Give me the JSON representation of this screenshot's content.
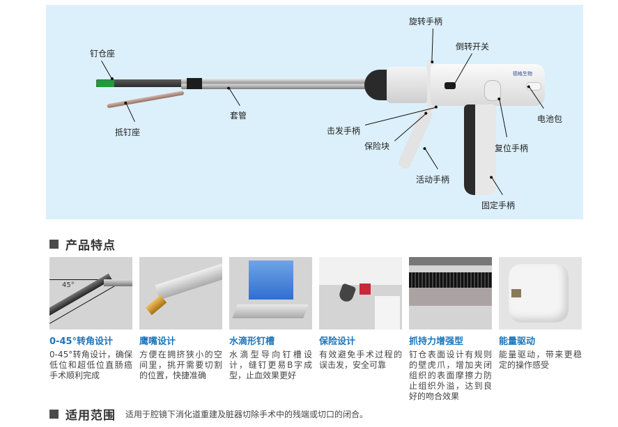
{
  "hero": {
    "background": "#dcf0fb",
    "callouts": {
      "staple_cartridge": "钉仓座",
      "anvil": "抵钉座",
      "sleeve": "套管",
      "rotation_knob": "旋转手柄",
      "reverse_switch": "倒转开关",
      "battery_pack": "电池包",
      "firing_handle": "击发手柄",
      "safety_block": "保险块",
      "reset_handle": "复位手柄",
      "movable_handle": "活动手柄",
      "fixed_handle": "固定手柄"
    },
    "device_logo": "德格生物"
  },
  "features_section": {
    "title": "产品特点",
    "accent_color": "#1b75bc",
    "items": [
      {
        "title": "0-45°转角设计",
        "desc": "0-45°转角设计，确保低位和超低位直肠癌手术顺利完成",
        "thumb_label": "45°"
      },
      {
        "title": "鹰嘴设计",
        "desc": "方便在拥挤狭小的空间里，挑开需要切割的位置，快捷准确"
      },
      {
        "title": "水滴形钉槽",
        "desc": "水滴型导向钉槽设计，缝钉更易B字成型，止血效果更好"
      },
      {
        "title": "保险设计",
        "desc": "有效避免手术过程的误击发，安全可靠"
      },
      {
        "title": "抓持力增强型",
        "desc": "钉仓表面设计有规则的壁虎爪，增加夹闭组织的表面摩擦力防止组织外溢，达到良好的吻合效果"
      },
      {
        "title": "能量驱动",
        "desc": "能量驱动，带来更稳定的操作感受"
      }
    ]
  },
  "scope_section": {
    "title": "适用范围",
    "text": "适用于腔镜下消化道重建及脏器切除手术中的残端或切口的闭合。"
  }
}
